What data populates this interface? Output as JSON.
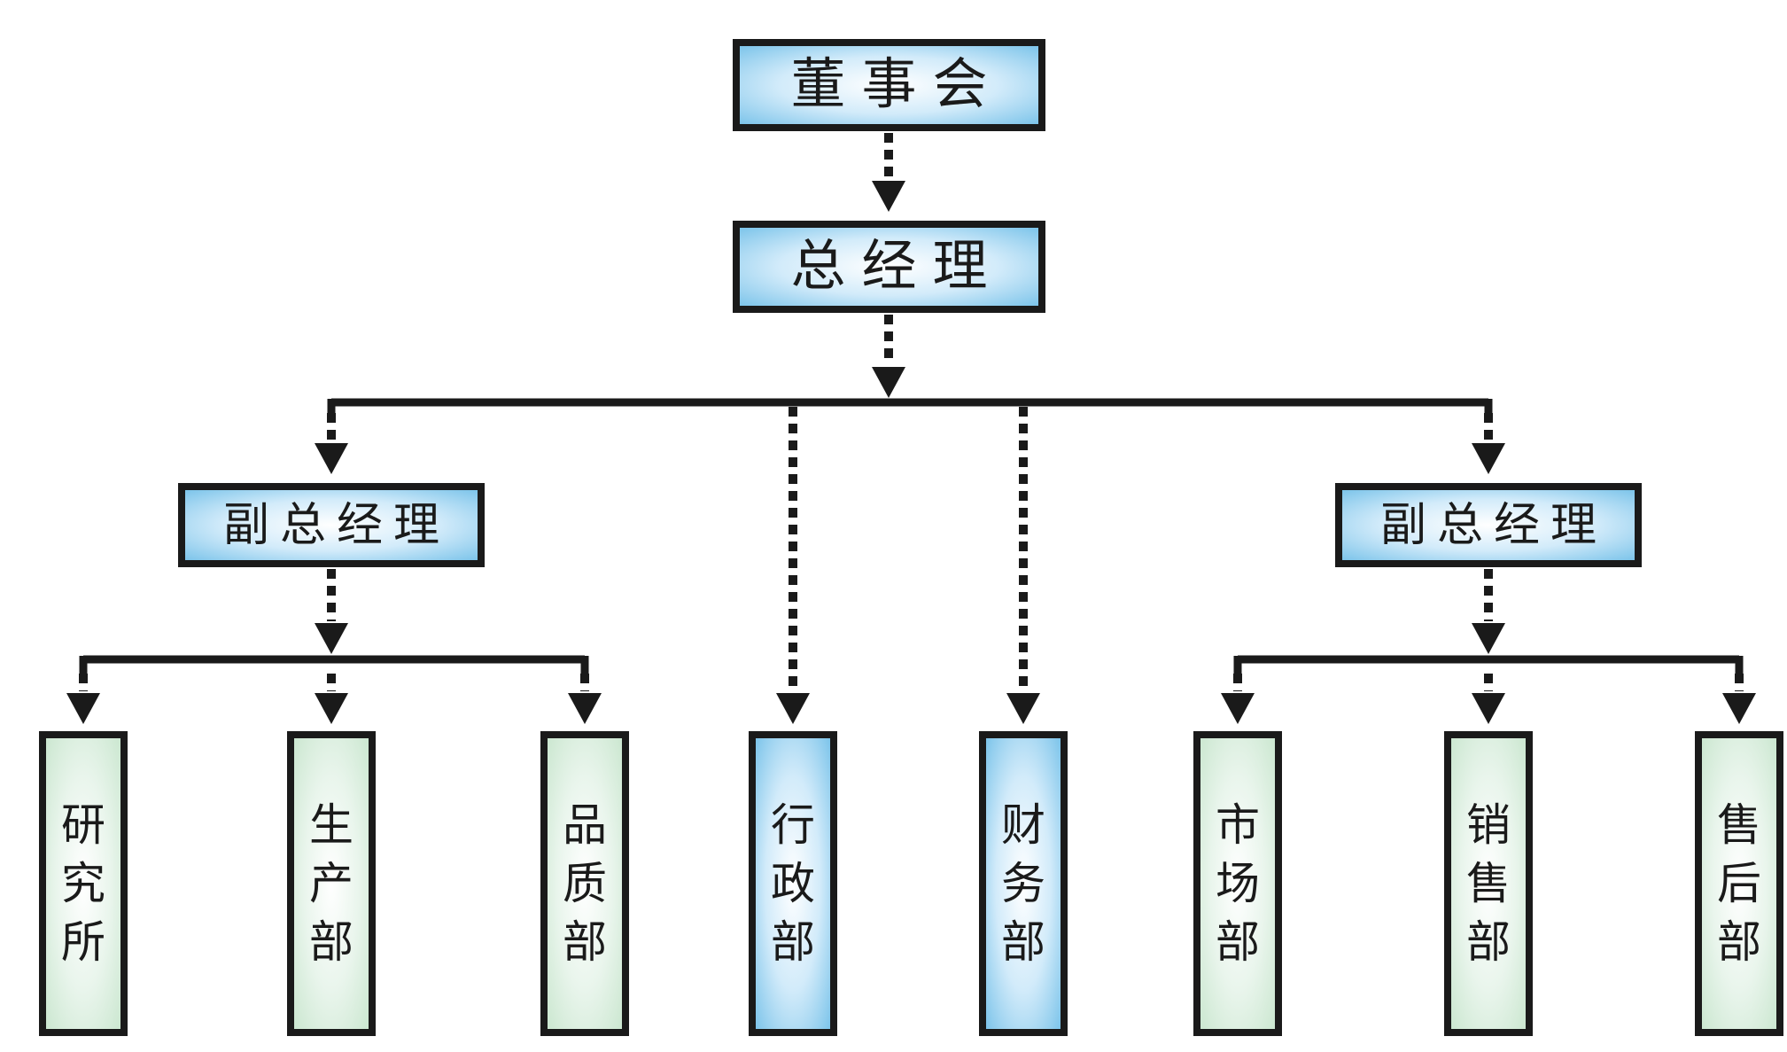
{
  "org_chart": {
    "nodes": [
      {
        "id": "board",
        "label": "董事会",
        "level": 1,
        "style": "blue-horizontal"
      },
      {
        "id": "general-manager",
        "label": "总经理",
        "level": 2,
        "style": "blue-horizontal"
      },
      {
        "id": "deputy-gm-left",
        "label": "副总经理",
        "level": 3,
        "style": "blue-horizontal"
      },
      {
        "id": "deputy-gm-right",
        "label": "副总经理",
        "level": 3,
        "style": "blue-horizontal"
      },
      {
        "id": "research-institute",
        "label": "研究所",
        "level": 4,
        "style": "green-vertical"
      },
      {
        "id": "production-dept",
        "label": "生产部",
        "level": 4,
        "style": "green-vertical"
      },
      {
        "id": "quality-dept",
        "label": "品质部",
        "level": 4,
        "style": "green-vertical"
      },
      {
        "id": "admin-dept",
        "label": "行政部",
        "level": 4,
        "style": "blue-vertical"
      },
      {
        "id": "finance-dept",
        "label": "财务部",
        "level": 4,
        "style": "blue-vertical"
      },
      {
        "id": "marketing-dept",
        "label": "市场部",
        "level": 4,
        "style": "green-vertical"
      },
      {
        "id": "sales-dept",
        "label": "销售部",
        "level": 4,
        "style": "green-vertical"
      },
      {
        "id": "aftersales-dept",
        "label": "售后部",
        "level": 4,
        "style": "green-vertical"
      }
    ],
    "edges": [
      {
        "from": "board",
        "to": "general-manager"
      },
      {
        "from": "general-manager",
        "to": "deputy-gm-left"
      },
      {
        "from": "general-manager",
        "to": "admin-dept"
      },
      {
        "from": "general-manager",
        "to": "finance-dept"
      },
      {
        "from": "general-manager",
        "to": "deputy-gm-right"
      },
      {
        "from": "deputy-gm-left",
        "to": "research-institute"
      },
      {
        "from": "deputy-gm-left",
        "to": "production-dept"
      },
      {
        "from": "deputy-gm-left",
        "to": "quality-dept"
      },
      {
        "from": "deputy-gm-right",
        "to": "marketing-dept"
      },
      {
        "from": "deputy-gm-right",
        "to": "sales-dept"
      },
      {
        "from": "deputy-gm-right",
        "to": "aftersales-dept"
      }
    ],
    "colors": {
      "node_blue_edge": "#7cc4ea",
      "node_blue_center": "#ffffff",
      "node_green_edge": "#cbe7d0",
      "node_green_center": "#ffffff",
      "line": "#1a1a1a",
      "background": "#ffffff"
    }
  }
}
